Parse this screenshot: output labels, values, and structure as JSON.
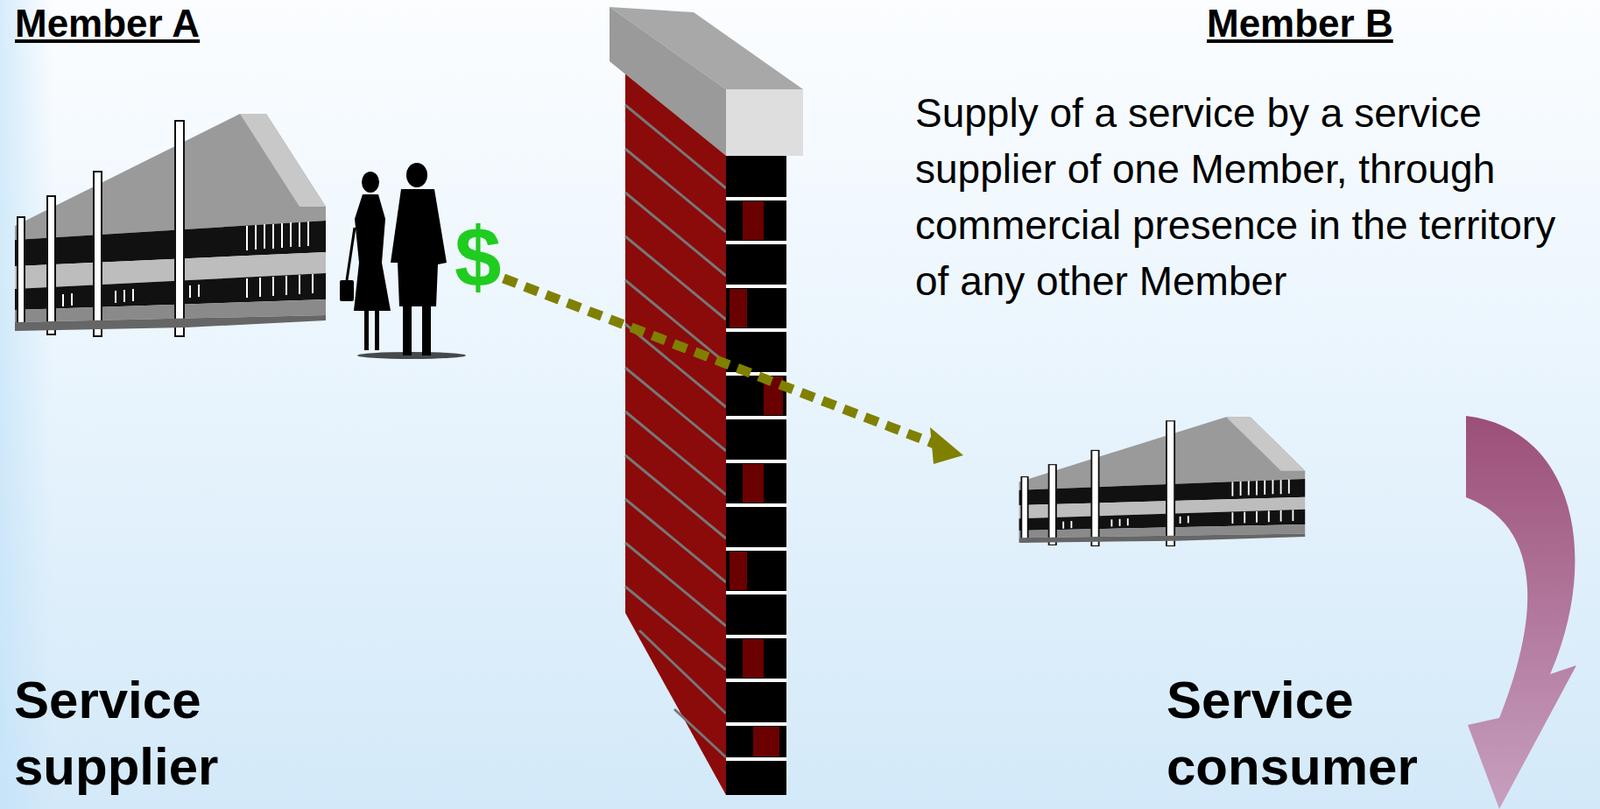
{
  "diagram": {
    "labels": [
      "Member A",
      "Member B",
      "Supply of a service by a service supplier of one Member, through commercial presence in the territory of any other Member",
      "$",
      "Service supplier",
      "Service consumer"
    ]
  }
}
